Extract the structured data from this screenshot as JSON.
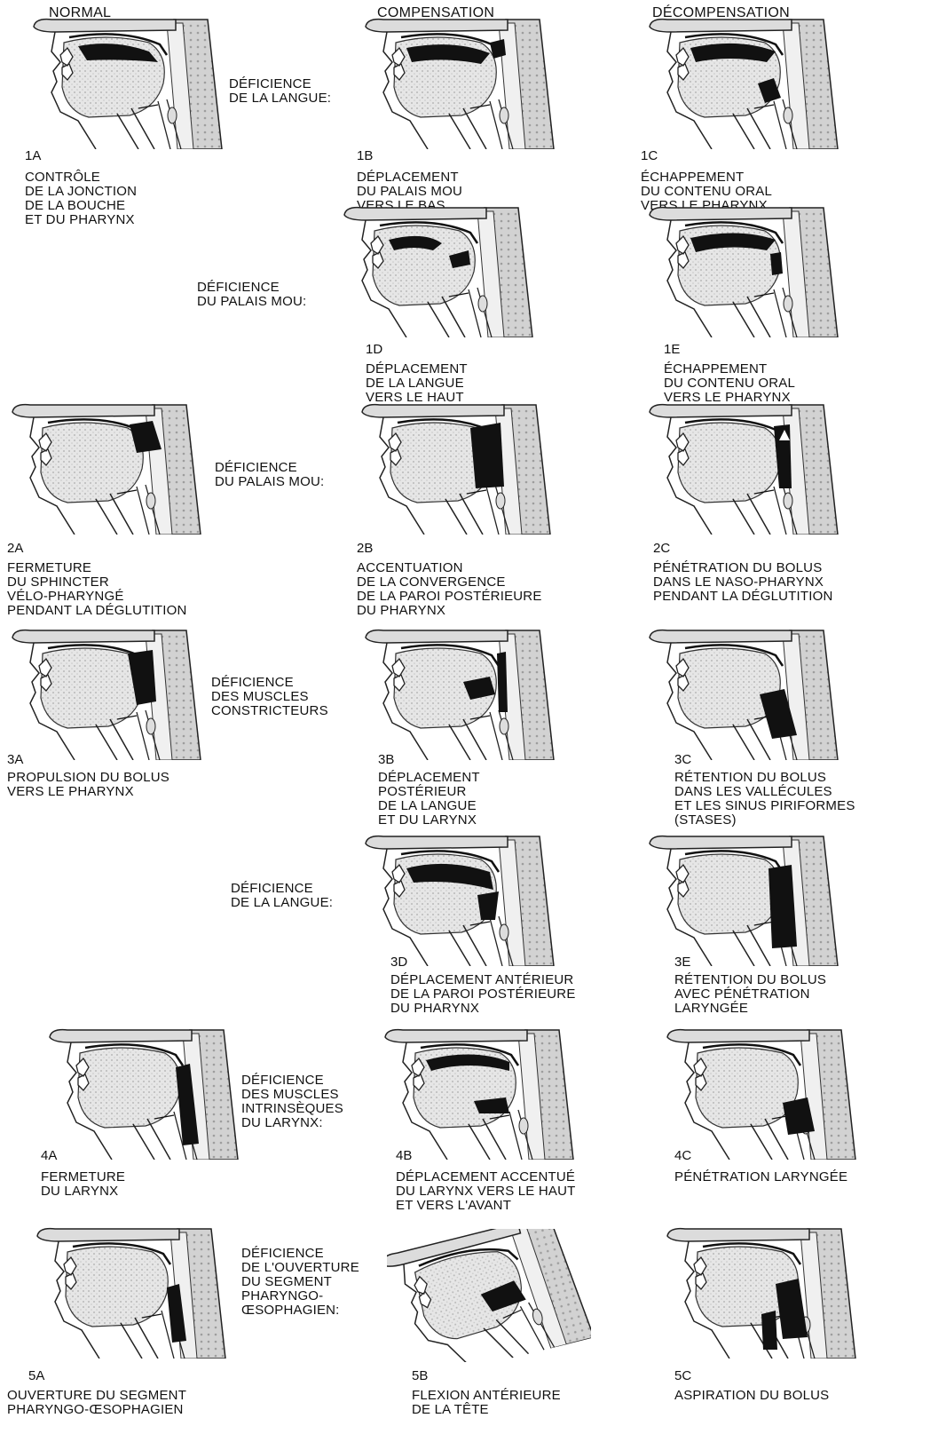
{
  "columns": {
    "normal": "NORMAL",
    "compensation": "COMPENSATION",
    "decompensation": "DÉCOMPENSATION"
  },
  "deficiencies": {
    "d1": "DÉFICIENCE\nDE LA LANGUE:",
    "d2": "DÉFICIENCE\nDU PALAIS MOU:",
    "d3": "DÉFICIENCE\nDU PALAIS MOU:",
    "d4": "DÉFICIENCE\nDES MUSCLES\nCONSTRICTEURS",
    "d5": "DÉFICIENCE\nDE LA LANGUE:",
    "d6": "DÉFICIENCE\nDES MUSCLES\nINTRINSÈQUES\nDU LARYNX:",
    "d7": "DÉFICIENCE\nDE L'OUVERTURE\nDU SEGMENT\nPHARYNGO-\nŒSOPHAGIEN:"
  },
  "panels": {
    "p1A": {
      "id": "1A",
      "caption": "CONTRÔLE\nDE LA JONCTION\nDE LA BOUCHE\nET DU PHARYNX"
    },
    "p1B": {
      "id": "1B",
      "caption": "DÉPLACEMENT\nDU PALAIS MOU\nVERS LE BAS"
    },
    "p1C": {
      "id": "1C",
      "caption": "ÉCHAPPEMENT\nDU CONTENU ORAL\nVERS LE PHARYNX"
    },
    "p1D": {
      "id": "1D",
      "caption": "DÉPLACEMENT\nDE LA LANGUE\nVERS LE HAUT"
    },
    "p1E": {
      "id": "1E",
      "caption": "ÉCHAPPEMENT\nDU CONTENU ORAL\nVERS LE PHARYNX"
    },
    "p2A": {
      "id": "2A",
      "caption": "FERMETURE\nDU SPHINCTER\nVÉLO-PHARYNGÉ\nPENDANT LA DÉGLUTITION"
    },
    "p2B": {
      "id": "2B",
      "caption": "ACCENTUATION\nDE LA CONVERGENCE\nDE LA PAROI POSTÉRIEURE\nDU PHARYNX"
    },
    "p2C": {
      "id": "2C",
      "caption": "PÉNÉTRATION DU BOLUS\nDANS LE NASO-PHARYNX\nPENDANT LA DÉGLUTITION"
    },
    "p3A": {
      "id": "3A",
      "caption": "PROPULSION DU BOLUS\nVERS LE PHARYNX"
    },
    "p3B": {
      "id": "3B",
      "caption": "DÉPLACEMENT\nPOSTÉRIEUR\nDE LA LANGUE\nET DU LARYNX"
    },
    "p3C": {
      "id": "3C",
      "caption": "RÉTENTION DU BOLUS\nDANS LES VALLÉCULES\nET LES SINUS PIRIFORMES\n(STASES)"
    },
    "p3D": {
      "id": "3D",
      "caption": "DÉPLACEMENT ANTÉRIEUR\nDE LA PAROI POSTÉRIEURE\nDU PHARYNX"
    },
    "p3E": {
      "id": "3E",
      "caption": "RÉTENTION DU BOLUS\nAVEC PÉNÉTRATION\nLARYNGÉE"
    },
    "p4A": {
      "id": "4A",
      "caption": "FERMETURE\nDU LARYNX"
    },
    "p4B": {
      "id": "4B",
      "caption": "DÉPLACEMENT ACCENTUÉ\nDU LARYNX VERS LE HAUT\nET VERS L'AVANT"
    },
    "p4C": {
      "id": "4C",
      "caption": "PÉNÉTRATION LARYNGÉE"
    },
    "p5A": {
      "id": "5A",
      "caption": "OUVERTURE DU SEGMENT\nPHARYNGO-ŒSOPHAGIEN"
    },
    "p5B": {
      "id": "5B",
      "caption": "FLEXION ANTÉRIEURE\nDE LA TÊTE"
    },
    "p5C": {
      "id": "5C",
      "caption": "ASPIRATION DU BOLUS"
    }
  }
}
